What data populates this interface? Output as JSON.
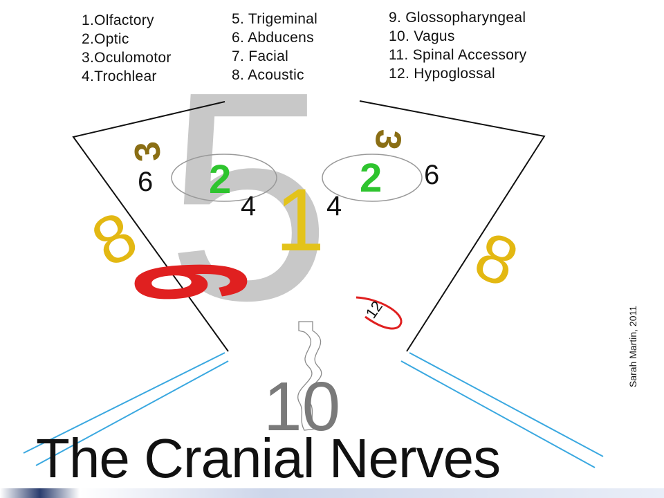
{
  "legend": {
    "col1": [
      "1.Olfactory",
      "2.Optic",
      "3.Oculomotor",
      "4.Trochlear"
    ],
    "col2": [
      "5. Trigeminal",
      "6. Abducens",
      "7. Facial",
      "8. Acoustic"
    ],
    "col3": [
      "9. Glossopharyngeal",
      "10. Vagus",
      "11. Spinal Accessory",
      "12. Hypoglossal"
    ]
  },
  "face_numbers": {
    "trigeminal": "5",
    "oculomotor_left": "3",
    "oculomotor_right": "3",
    "optic_left": "2",
    "optic_right": "2",
    "abducens_left": "6",
    "abducens_right": "6",
    "trochlear_left": "4",
    "trochlear_right": "4",
    "olfactory": "1",
    "acoustic_left": "8",
    "acoustic_right": "8",
    "glossopharyngeal": "9",
    "hypoglossal": "12",
    "vagus": "10"
  },
  "colors": {
    "trigeminal": "#c8c8c8",
    "oculomotor": "#8a6e14",
    "optic": "#2ec42e",
    "olfactory": "#e3c31a",
    "acoustic": "#e3b812",
    "glossopharyngeal": "#e02020",
    "vagus": "#7a7a7a",
    "spinal_accessory": "#3aa8e0"
  },
  "title": "The Cranial Nerves",
  "credit": "Sarah Martin, 2011"
}
